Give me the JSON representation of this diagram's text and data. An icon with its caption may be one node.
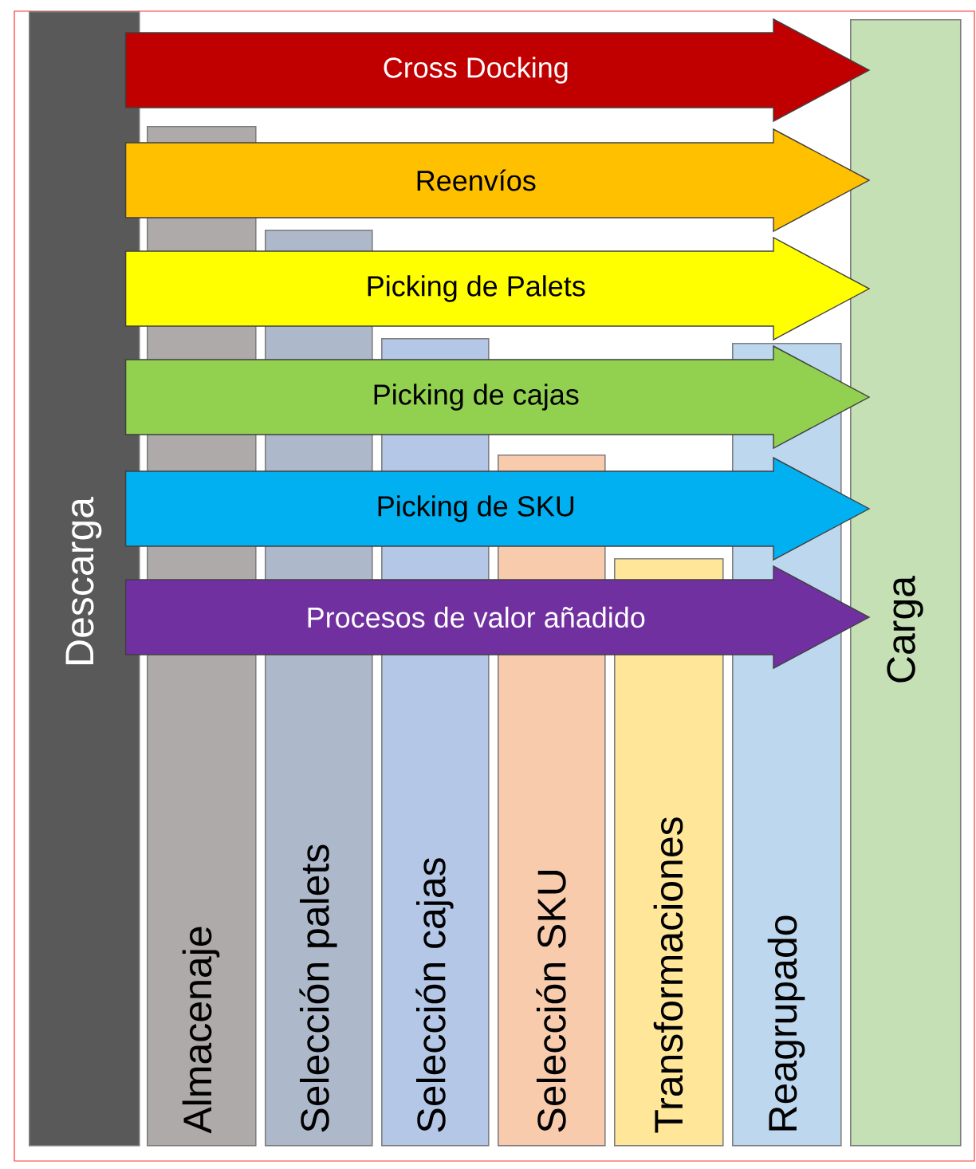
{
  "diagram": {
    "nodes": [
      {
        "text": [
          "Descarga"
        ]
      },
      {
        "text": [
          "Almacenaje"
        ]
      },
      {
        "text": [
          "Selección palets"
        ]
      },
      {
        "text": [
          "Selección cajas"
        ]
      },
      {
        "text": [
          "Selección SKU"
        ]
      },
      {
        "text": [
          "Transformaciones"
        ]
      },
      {
        "text": [
          "Reagrupado"
        ]
      },
      {
        "text": [
          "Carga"
        ]
      }
    ],
    "edges": [
      {
        "from": 0,
        "to": 7,
        "arrow": "to",
        "label": "Cross Docking",
        "color": "#c00000",
        "style": "thick"
      },
      {
        "from": 0,
        "to": 7,
        "arrow": "to",
        "label": "Reenvíos",
        "color": "#ffc000",
        "style": "thick"
      },
      {
        "from": 0,
        "to": 7,
        "arrow": "to",
        "label": "Picking de Palets",
        "color": "#ffff00",
        "style": "thick"
      },
      {
        "from": 0,
        "to": 7,
        "arrow": "to",
        "label": "Picking de cajas",
        "color": "#92d050",
        "style": "thick"
      },
      {
        "from": 0,
        "to": 7,
        "arrow": "to",
        "label": "Picking de SKU",
        "color": "#00b0f0",
        "style": "thick"
      },
      {
        "from": 0,
        "to": 7,
        "arrow": "to",
        "label": "Procesos de valor añadido",
        "color": "#7030a0",
        "style": "thick"
      }
    ]
  }
}
